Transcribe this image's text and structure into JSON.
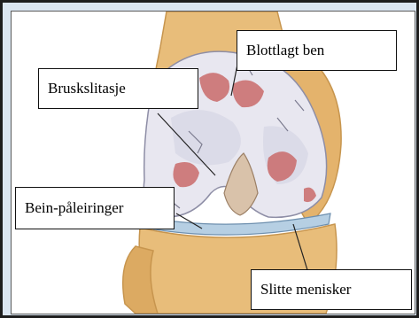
{
  "labels": {
    "exposed_bone": "Blottlagt ben",
    "cartilage_wear": "Bruskslitasje",
    "bone_spurs": "Bein-påleiringer",
    "worn_menisci": "Slitte menisker"
  },
  "colors": {
    "background_border": "#dbe6f1",
    "bone": "#e9c07d",
    "cartilage": "#e6e5ef",
    "lesion": "#c96a6a",
    "meniscus": "#b6cfe3"
  }
}
